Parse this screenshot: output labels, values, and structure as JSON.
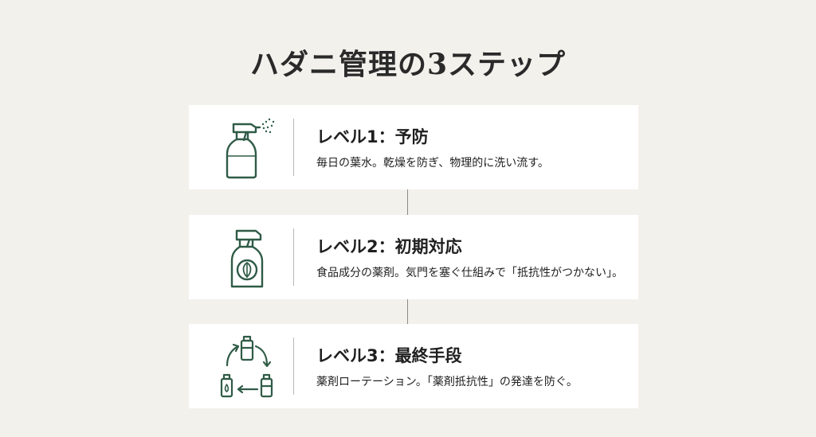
{
  "title": "ハダニ管理の3ステップ",
  "accent_color": "#2f5b46",
  "steps": [
    {
      "icon": "spray-bottle-icon",
      "heading": "レベル1：予防",
      "description": "毎日の葉水。乾燥を防ぎ、物理的に洗い流す。"
    },
    {
      "icon": "leaf-spray-bottle-icon",
      "heading": "レベル2：初期対応",
      "description": "食品成分の薬剤。気門を塞ぐ仕組みで「抵抗性がつかない」。"
    },
    {
      "icon": "rotation-bottles-icon",
      "heading": "レベル3：最終手段",
      "description": "薬剤ローテーション。「薬剤抵抗性」の発達を防ぐ。"
    }
  ]
}
